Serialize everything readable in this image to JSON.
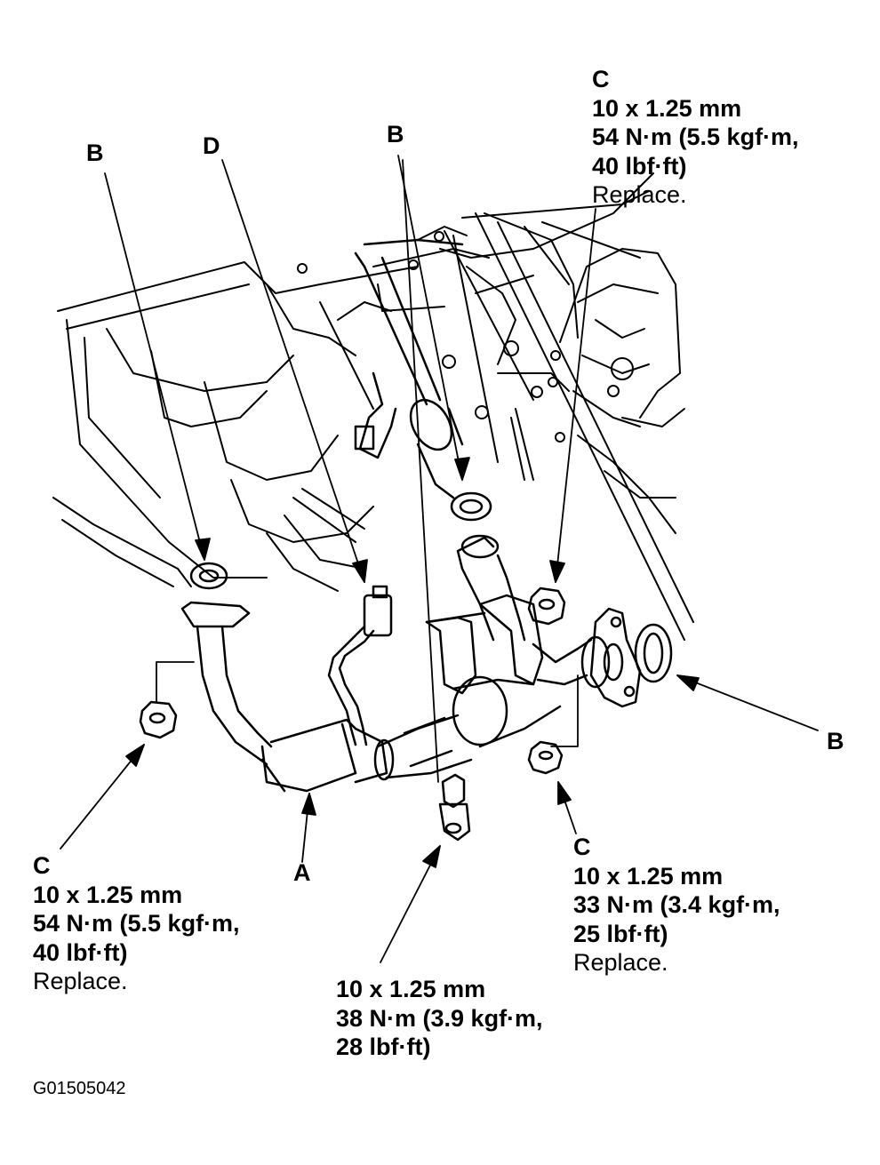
{
  "callouts": {
    "b_top_left": "B",
    "d_top": "D",
    "b_top_center": "B",
    "b_right": "B",
    "a_bottom": "A"
  },
  "notes": {
    "top_right": {
      "letter": "C",
      "size": "10 x 1.25 mm",
      "torque1": "54 N·m (5.5 kgf·m,",
      "torque2": "40 lbf·ft)",
      "action": "Replace."
    },
    "bottom_left": {
      "letter": "C",
      "size": "10 x 1.25 mm",
      "torque1": "54 N·m (5.5 kgf·m,",
      "torque2": "40 lbf·ft)",
      "action": "Replace."
    },
    "bottom_right": {
      "letter": "C",
      "size": "10 x 1.25 mm",
      "torque1": "33 N·m (3.4 kgf·m,",
      "torque2": "25 lbf·ft)",
      "action": "Replace."
    },
    "bottom_center": {
      "size": "10 x 1.25 mm",
      "torque1": "38 N·m (3.9 kgf·m,",
      "torque2": "28 lbf·ft)"
    }
  },
  "figure_id": "G01505042"
}
